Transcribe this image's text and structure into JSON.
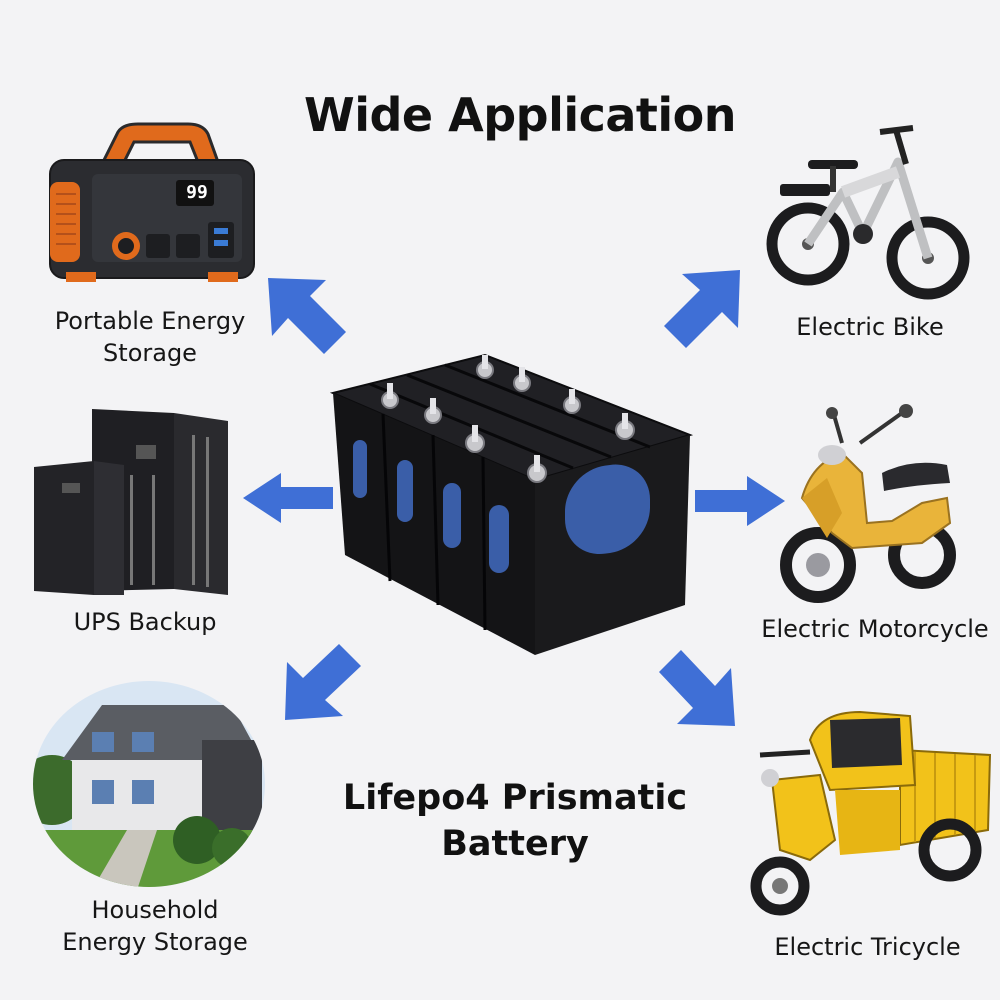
{
  "title": "Wide Application",
  "center": {
    "line1": "Lifepo4 Prismatic",
    "line2": "Battery"
  },
  "applications": {
    "portable": {
      "line1": "Portable Energy",
      "line2": "Storage"
    },
    "ups": {
      "label": "UPS Backup"
    },
    "household": {
      "line1": "Household",
      "line2": "Energy Storage"
    },
    "bike": {
      "label": "Electric Bike"
    },
    "motorcycle": {
      "label": "Electric Motorcycle"
    },
    "tricycle": {
      "label": "Electric Tricycle"
    }
  },
  "power_station_display": "99",
  "colors": {
    "arrow": "#3f6fd6",
    "battery_body": "#161618",
    "battery_window": "#3a5ea8",
    "accent_orange": "#e06a1c",
    "vehicle_yellow": "#e9b43a",
    "tricycle_yellow": "#f2c21a"
  }
}
